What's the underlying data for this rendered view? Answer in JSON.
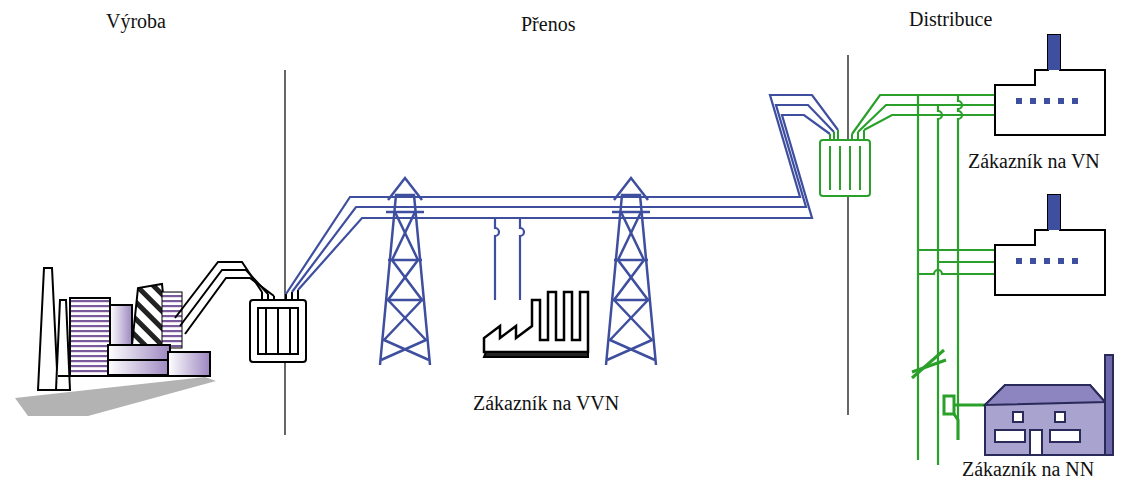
{
  "diagram": {
    "labels": [
      "Výroba",
      "Přenos",
      "Distribuce",
      "Zákazník na VVN",
      "Zákazník na VN",
      "Zákazník na NN"
    ]
  }
}
